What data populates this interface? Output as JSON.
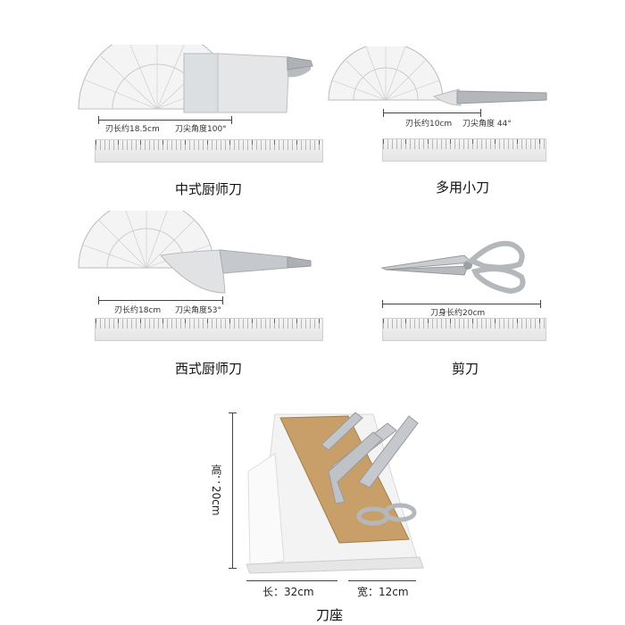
{
  "products": {
    "chinese_chef_knife": {
      "name": "中式厨师刀",
      "blade_length": "刃长约18.5cm",
      "tip_angle": "刀尖角度100°"
    },
    "utility_knife": {
      "name": "多用小刀",
      "blade_length": "刃长约10cm",
      "tip_angle": "刀尖角度 44°"
    },
    "western_chef_knife": {
      "name": "西式厨师刀",
      "blade_length": "刃长约18cm",
      "tip_angle": "刀尖角度53°"
    },
    "scissors": {
      "name": "剪刀",
      "body_length": "刀身长约20cm"
    },
    "knife_block": {
      "name": "刀座",
      "height": "高：20cm",
      "length": "长：32cm",
      "width": "宽：12cm"
    }
  },
  "colors": {
    "steel": "#c9ccd0",
    "wood": "#c59a63",
    "base": "#f2f2f2"
  }
}
